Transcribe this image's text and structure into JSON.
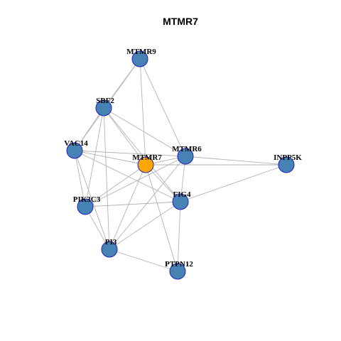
{
  "title": "MTMR7",
  "colors": {
    "node_fill": "#4682B4",
    "focus_fill": "#FFA500",
    "node_border": "#1F1FBF",
    "edge": "#B3B3B3"
  },
  "focus_node": "MTMR7",
  "nodes": [
    {
      "id": "MTMR9"
    },
    {
      "id": "SBF2"
    },
    {
      "id": "VAC14"
    },
    {
      "id": "MTMR7"
    },
    {
      "id": "MTMR6"
    },
    {
      "id": "INPP5K"
    },
    {
      "id": "PIK3C3"
    },
    {
      "id": "FIG4"
    },
    {
      "id": "PI3"
    },
    {
      "id": "PTPN12"
    }
  ],
  "edges": [
    [
      "MTMR9",
      "SBF2"
    ],
    [
      "MTMR9",
      "VAC14"
    ],
    [
      "MTMR9",
      "MTMR7"
    ],
    [
      "MTMR9",
      "MTMR6"
    ],
    [
      "SBF2",
      "VAC14"
    ],
    [
      "SBF2",
      "MTMR7"
    ],
    [
      "SBF2",
      "MTMR6"
    ],
    [
      "SBF2",
      "PIK3C3"
    ],
    [
      "SBF2",
      "FIG4"
    ],
    [
      "SBF2",
      "PI3"
    ],
    [
      "VAC14",
      "MTMR7"
    ],
    [
      "VAC14",
      "MTMR6"
    ],
    [
      "VAC14",
      "PIK3C3"
    ],
    [
      "VAC14",
      "FIG4"
    ],
    [
      "VAC14",
      "PI3"
    ],
    [
      "MTMR7",
      "MTMR6"
    ],
    [
      "MTMR7",
      "INPP5K"
    ],
    [
      "MTMR7",
      "PIK3C3"
    ],
    [
      "MTMR7",
      "FIG4"
    ],
    [
      "MTMR7",
      "PI3"
    ],
    [
      "MTMR7",
      "PTPN12"
    ],
    [
      "MTMR6",
      "INPP5K"
    ],
    [
      "MTMR6",
      "PIK3C3"
    ],
    [
      "MTMR6",
      "FIG4"
    ],
    [
      "MTMR6",
      "PI3"
    ],
    [
      "INPP5K",
      "FIG4"
    ],
    [
      "PIK3C3",
      "FIG4"
    ],
    [
      "PIK3C3",
      "PI3"
    ],
    [
      "FIG4",
      "PI3"
    ],
    [
      "FIG4",
      "PTPN12"
    ],
    [
      "PI3",
      "PTPN12"
    ]
  ]
}
